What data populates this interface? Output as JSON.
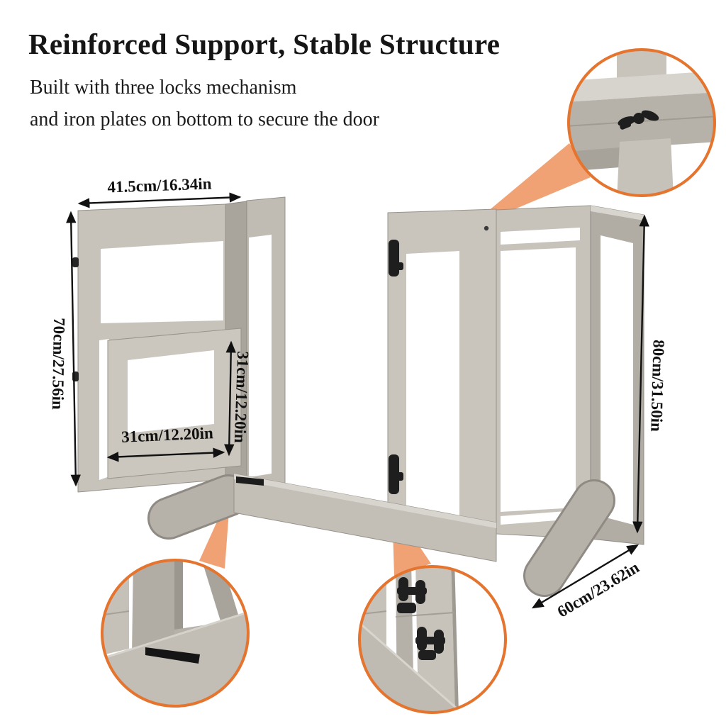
{
  "header": {
    "title": "Reinforced Support, Stable Structure",
    "subtitle_line1": "Built with three locks mechanism",
    "subtitle_line2": "and iron plates on bottom to secure the door"
  },
  "dimensions": {
    "panel_width": "41.5cm/16.34in",
    "left_panel_height": "70cm/27.56in",
    "pet_door_height": "31cm/12.20in",
    "pet_door_width": "31cm/12.20in",
    "gate_height": "80cm/31.50in",
    "foot_depth": "60cm/23.62in"
  },
  "callouts": {
    "top_right": {
      "icon": "wing-lock-icon"
    },
    "bottom_left": {
      "icon": "iron-plate-icon"
    },
    "bottom_center": {
      "icon": "latch-locks-icon"
    }
  },
  "colors": {
    "accent_orange": "#e4742e",
    "pointer_orange": "#f1a274",
    "wood_light": "#d7d4cd",
    "wood_mid": "#c7c3bb",
    "wood_dark": "#aeaaa2",
    "hardware_black": "#1e1e1e",
    "text_color": "#111111",
    "background": "#ffffff"
  }
}
